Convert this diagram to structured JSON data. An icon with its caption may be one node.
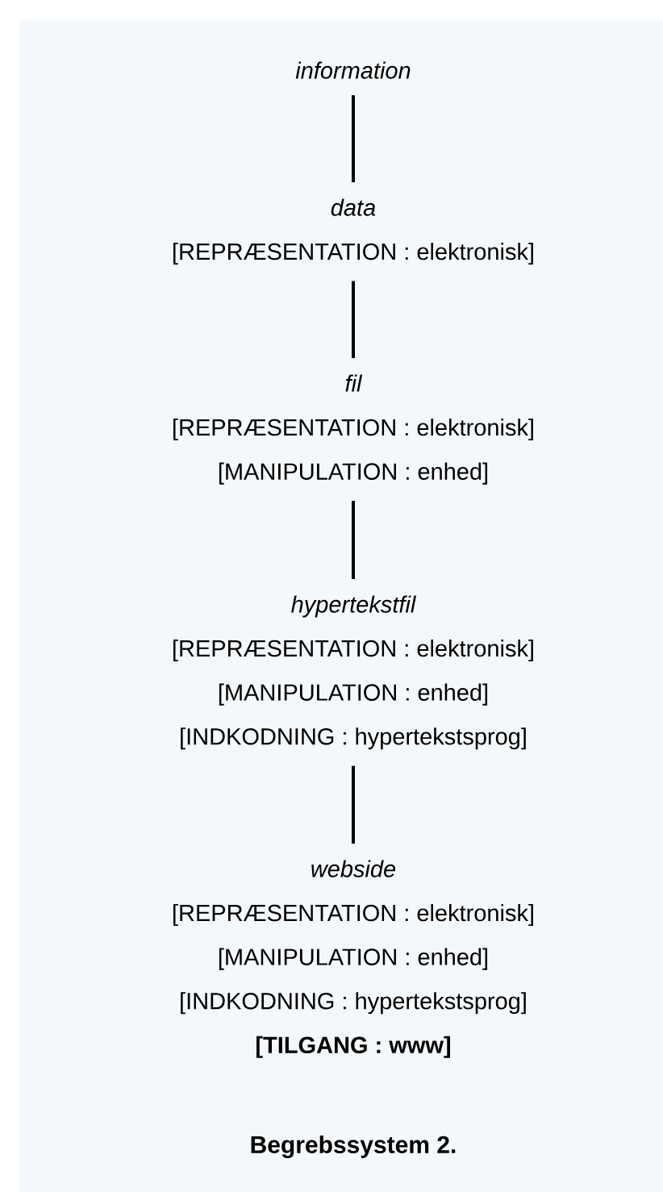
{
  "diagram": {
    "caption": "Begrebssystem 2.",
    "nodes": [
      {
        "text": [
          "information"
        ]
      },
      {
        "text": [
          "data",
          "[REPRÆSENTATION : elektronisk]"
        ]
      },
      {
        "text": [
          "fil",
          "[REPRÆSENTATION : elektronisk]",
          "[MANIPULATION : enhed]"
        ]
      },
      {
        "text": [
          "hypertekstfil",
          "[REPRÆSENTATION : elektronisk]",
          "[MANIPULATION : enhed]",
          "[INDKODNING : hypertekstsprog]"
        ]
      },
      {
        "text": [
          "webside",
          "[REPRÆSENTATION : elektronisk]",
          "[MANIPULATION : enhed]",
          "[INDKODNING : hypertekstsprog]",
          "[TILGANG : www]"
        ]
      }
    ],
    "edges": [
      {
        "from": 0,
        "to": 1,
        "arrow": "none"
      },
      {
        "from": 1,
        "to": 2,
        "arrow": "none"
      },
      {
        "from": 2,
        "to": 3,
        "arrow": "none"
      },
      {
        "from": 3,
        "to": 4,
        "arrow": "none"
      }
    ]
  }
}
